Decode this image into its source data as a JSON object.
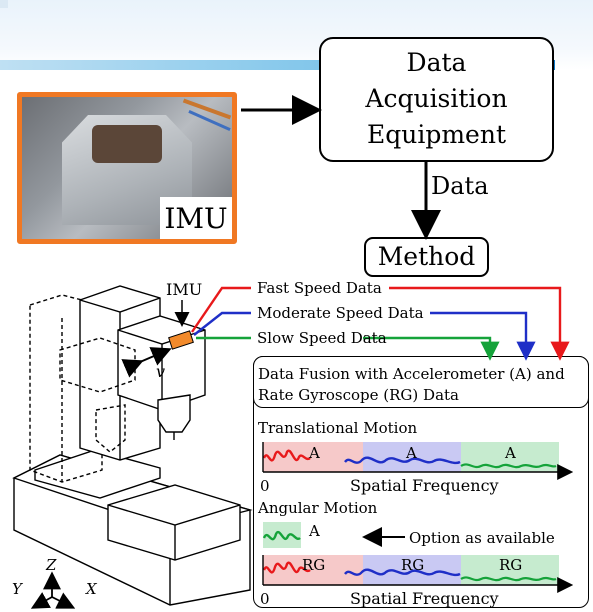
{
  "photo": {
    "label": "IMU"
  },
  "daq": {
    "lines": [
      "Data",
      "Acquisition",
      "Equipment"
    ]
  },
  "data_label": "Data",
  "method_label": "Method",
  "machine": {
    "imu_label": "IMU",
    "v_label": "v",
    "axes": {
      "z": "Z",
      "y": "Y",
      "x": "X"
    }
  },
  "speeds": [
    {
      "label": "Fast Speed Data",
      "color": "#e8191b"
    },
    {
      "label": "Moderate Speed Data",
      "color": "#1f2fc7"
    },
    {
      "label": "Slow Speed Data",
      "color": "#15a33a"
    }
  ],
  "fusion": {
    "title_line1": "Data Fusion with Accelerometer (A) and",
    "title_line2": "Rate Gyroscope (RG) Data",
    "translational": {
      "title": "Translational Motion",
      "band_labels": [
        "A",
        "A",
        "A"
      ],
      "zero": "0",
      "axis_label": "Spatial Frequency"
    },
    "angular": {
      "title": "Angular Motion",
      "option_band_label": "A",
      "option_note": "Option as available",
      "band_labels": [
        "RG",
        "RG",
        "RG"
      ],
      "zero": "0",
      "axis_label": "Spatial Frequency"
    }
  },
  "colors": {
    "photo_border": "#f07823",
    "fast": "#e8191b",
    "moderate": "#1f2fc7",
    "slow": "#15a33a",
    "band_red": "#f6c9c9",
    "band_blue": "#c9c9f3",
    "band_green": "#c6ebcf"
  }
}
